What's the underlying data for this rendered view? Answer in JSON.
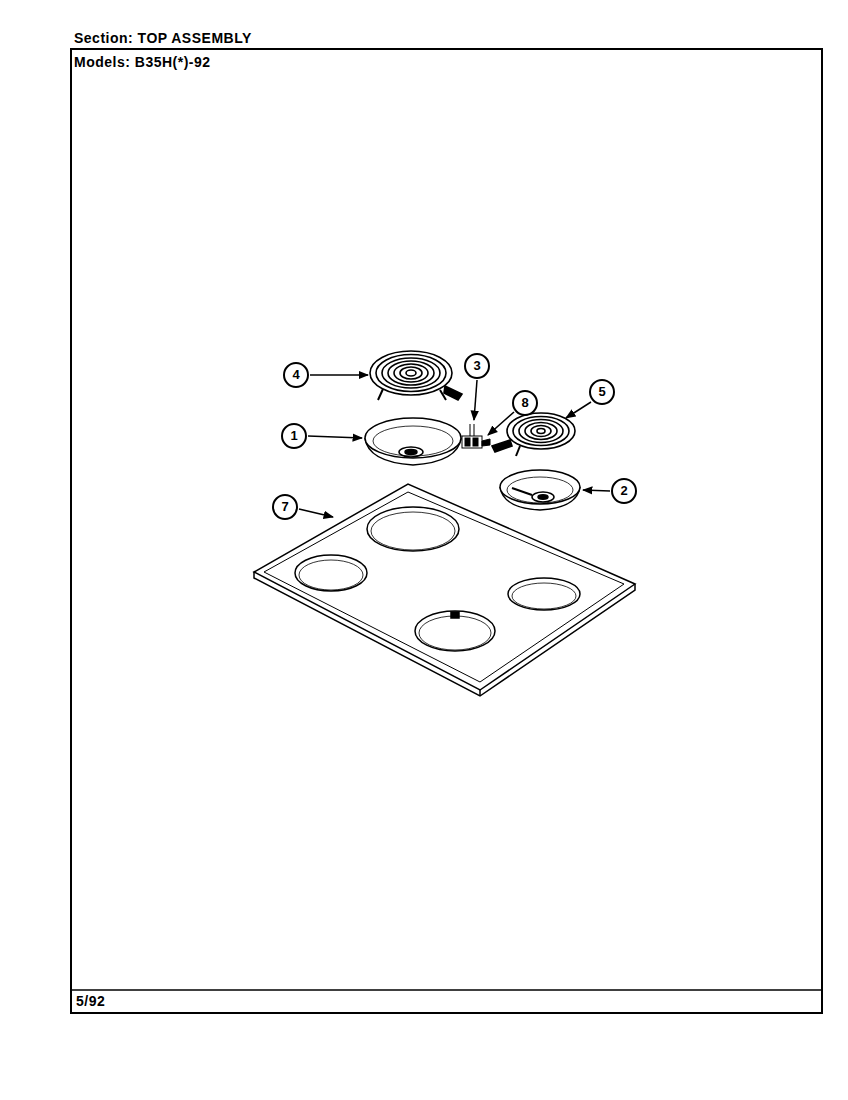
{
  "diagram": {
    "nodes": [
      {
        "text": [
          "4"
        ]
      },
      {
        "text": [
          "3"
        ]
      },
      {
        "text": [
          "8"
        ]
      },
      {
        "text": [
          "5"
        ]
      },
      {
        "text": [
          "1"
        ]
      },
      {
        "text": [
          "2"
        ]
      },
      {
        "text": [
          "7"
        ]
      }
    ],
    "labels": [
      "Section: TOP ASSEMBLY",
      "Models: B35H(*)-92",
      "5/92"
    ]
  }
}
